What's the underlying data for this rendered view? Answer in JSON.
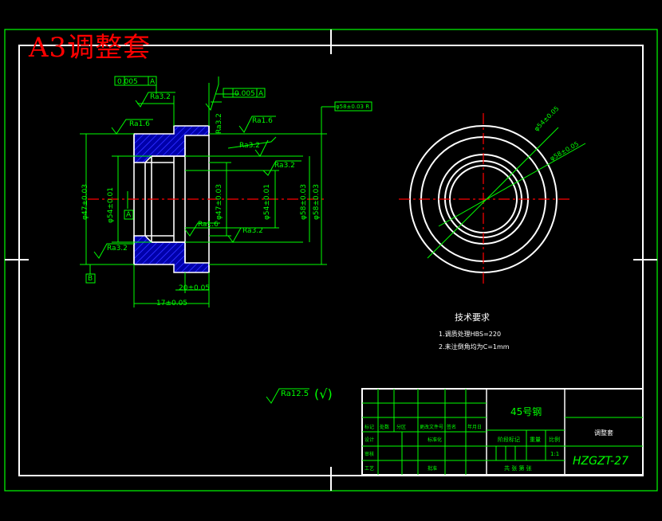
{
  "drawing": {
    "title": "A3调整套",
    "part_material": "45号钢",
    "drawing_number": "HZGZT-27",
    "default_roughness": "Ra12.5",
    "default_roughness_suffix": "(√)"
  },
  "tech_requirements": {
    "heading": "技术要求",
    "lines": [
      "1.调质处理HBS=220",
      "2.未注倒角均为C=1mm"
    ]
  },
  "dimensions": {
    "diam_outer_large": "φ58±0.03",
    "diam_outer_large_b": "φ58±0.03",
    "diam_47": "φ47±0.03",
    "diam_54": "φ54±0.01",
    "diam_47_inner": "φ47±0.03",
    "diam_54_b": "φ54±0.01",
    "length_17": "17±0.05",
    "length_20": "20±0.05",
    "ref_a": "A",
    "ref_b": "B"
  },
  "tolerances": {
    "runout_left": "0.005",
    "runout_left_ref": "A",
    "runout_right": "0.005",
    "runout_right_ref": "A",
    "top_right_callout": "φ58±0.03 R"
  },
  "roughness": {
    "ra32_top": "Ra3.2",
    "ra16_left": "Ra1.6",
    "ra32_vert": "Ra3.2",
    "ra16_right": "Ra1.6",
    "ra32_mid": "Ra3.2",
    "ra32_inner": "Ra3.2",
    "ra32_bottom_left": "Ra3.2",
    "ra16_bottom": "Ra1.6",
    "ra32_bottom_right": "Ra3.2"
  },
  "end_view": {
    "diam_label_1": "φ54±0.05",
    "diam_label_2": "φ58±0.05"
  },
  "title_block": {
    "material": "45号钢",
    "company": "调整套",
    "drawing_no": "HZGZT-27",
    "scale_label": "比例",
    "scale_value": "1:1",
    "sheet": "共 张  第 张",
    "row_labels": [
      "标记",
      "设计",
      "审核",
      "工艺",
      "批准"
    ],
    "header_cells": [
      "处数",
      "分区",
      "更改文件号",
      "签名",
      "年月日"
    ],
    "sign_label": "标准化",
    "stage_label": "阶段标记",
    "weight_label": "重量"
  },
  "colors": {
    "background": "#000000",
    "frame": "#ffffff",
    "green": "#00ff00",
    "red": "#ff0000",
    "hatch": "#0000aa"
  }
}
